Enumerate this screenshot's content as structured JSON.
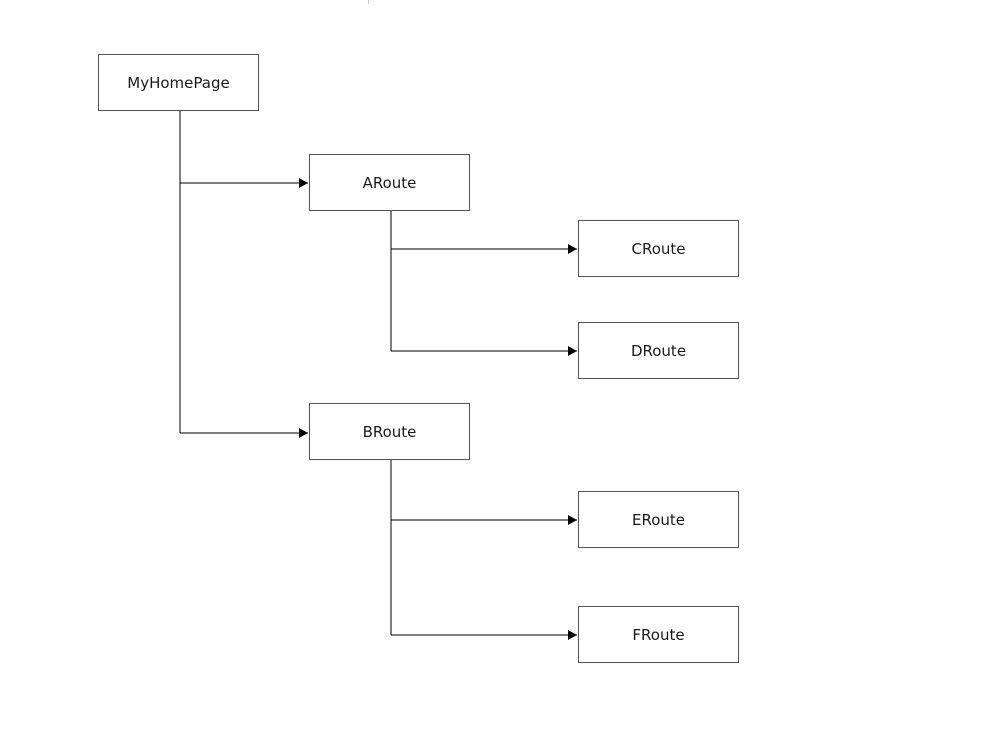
{
  "diagram": {
    "nodes": {
      "root": "MyHomePage",
      "a": "ARoute",
      "b": "BRoute",
      "c": "CRoute",
      "d": "DRoute",
      "e": "ERoute",
      "f": "FRoute"
    },
    "edges": [
      [
        "MyHomePage",
        "ARoute"
      ],
      [
        "MyHomePage",
        "BRoute"
      ],
      [
        "ARoute",
        "CRoute"
      ],
      [
        "ARoute",
        "DRoute"
      ],
      [
        "BRoute",
        "ERoute"
      ],
      [
        "BRoute",
        "FRoute"
      ]
    ],
    "colors": {
      "line": "#000000",
      "border": "#555555",
      "text": "#1a1a1a"
    }
  }
}
